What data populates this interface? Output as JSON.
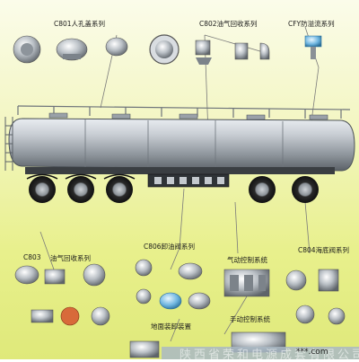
{
  "labels": {
    "c801": "C801人孔盖系列",
    "c802": "C802油气回收系列",
    "cfy": "CFY防溢流系列",
    "c803": "C803",
    "c803b": "油气回收系列",
    "c806": "C806卸油阀系列",
    "pneumatic": "气动控制系统",
    "c804": "C804海底阀系列",
    "ground": "地面装卸装置",
    "manual": "手动控制系统"
  },
  "watermark": "陕西省荣和电源成套有限公司",
  "footer": "***.com"
}
